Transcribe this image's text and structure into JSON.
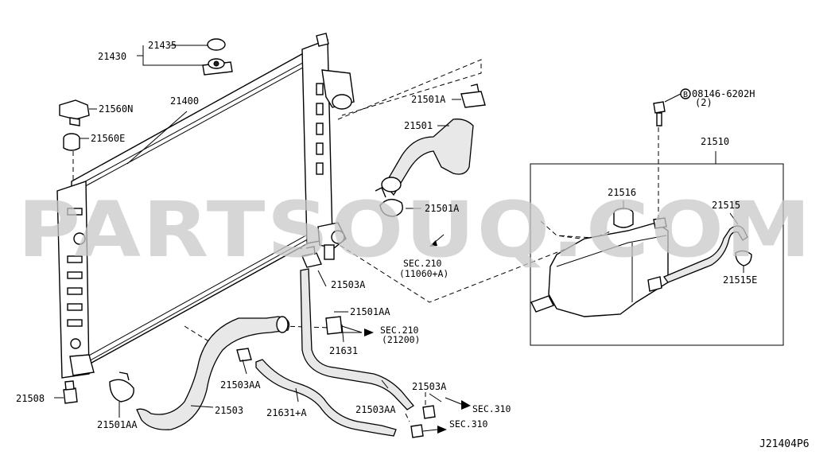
{
  "watermark": "PARTSOUQ.COM",
  "drawing_code": "J21404P6",
  "part_labels": {
    "p21435": "21435",
    "p21430": "21430",
    "p21400": "21400",
    "p21560N": "21560N",
    "p21560E": "21560E",
    "p21501A_top": "21501A",
    "p21501": "21501",
    "p21501A_mid": "21501A",
    "p21503A_top": "21503A",
    "p21501AA_top": "21501AA",
    "p21631": "21631",
    "p21503AA_mid": "21503AA",
    "p21503A_bot": "21503A",
    "p21503AA_bot": "21503AA",
    "p21631A": "21631+A",
    "p21503": "21503",
    "p21501AA_bot": "21501AA",
    "p21508": "21508",
    "p21510": "21510",
    "p21516": "21516",
    "p21515": "21515",
    "p21515E": "21515E"
  },
  "bolt": {
    "circle_letter": "B",
    "part_number": "08146-6202H",
    "quantity": "(2)"
  },
  "section_refs": {
    "sec210_a": {
      "line1": "SEC.210",
      "line2": "(11060+A)"
    },
    "sec210_b": {
      "line1": "SEC.210",
      "line2": "(21200)"
    },
    "sec310_a": "SEC.310",
    "sec310_b": "SEC.310"
  }
}
